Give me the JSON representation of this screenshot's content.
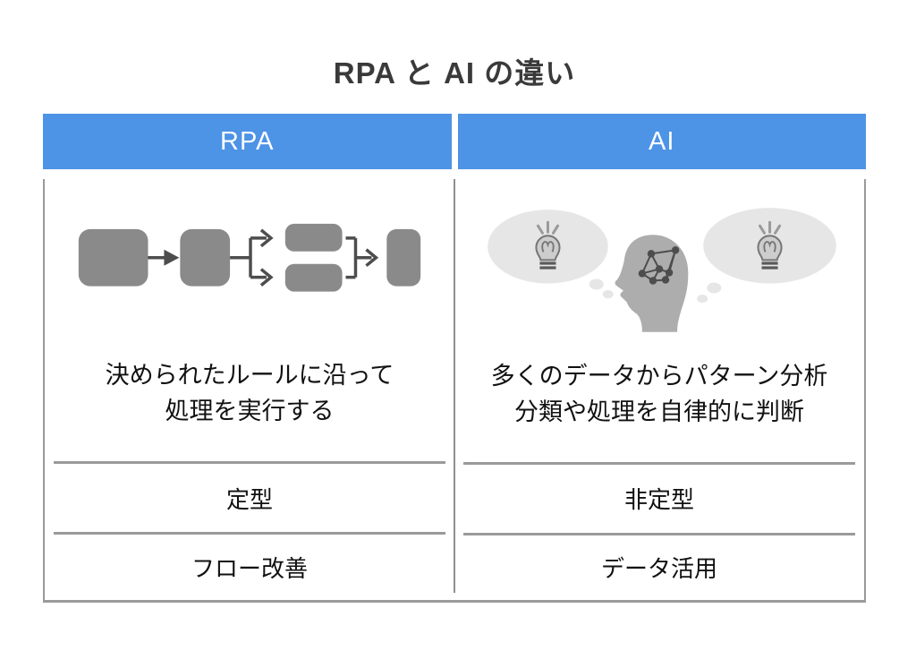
{
  "title": "RPA と AI の違い",
  "columns": [
    {
      "header": "RPA",
      "figure": "process-flowchart",
      "description_lines": [
        "決められたルールに沿って",
        "処理を実行する"
      ],
      "type_label": "定型",
      "purpose_label": "フロー改善"
    },
    {
      "header": "AI",
      "figure": "thinking-head-with-idea-bubbles",
      "description_lines": [
        "多くのデータからパターン分析",
        "分類や処理を自律的に判断"
      ],
      "type_label": "非定型",
      "purpose_label": "データ活用"
    }
  ],
  "colors": {
    "header_bg": "#4d93e6",
    "header_text": "#ffffff",
    "flow_box_gray": "#8a8a8a",
    "connector_gray": "#4d4d4d",
    "bubble_gray": "#e6e6e6",
    "head_gray": "#adadad",
    "network_gray": "#4d4d4d",
    "divider_gray": "#9a9a9a",
    "title_text": "#3a3a3a",
    "body_text": "#111111"
  }
}
